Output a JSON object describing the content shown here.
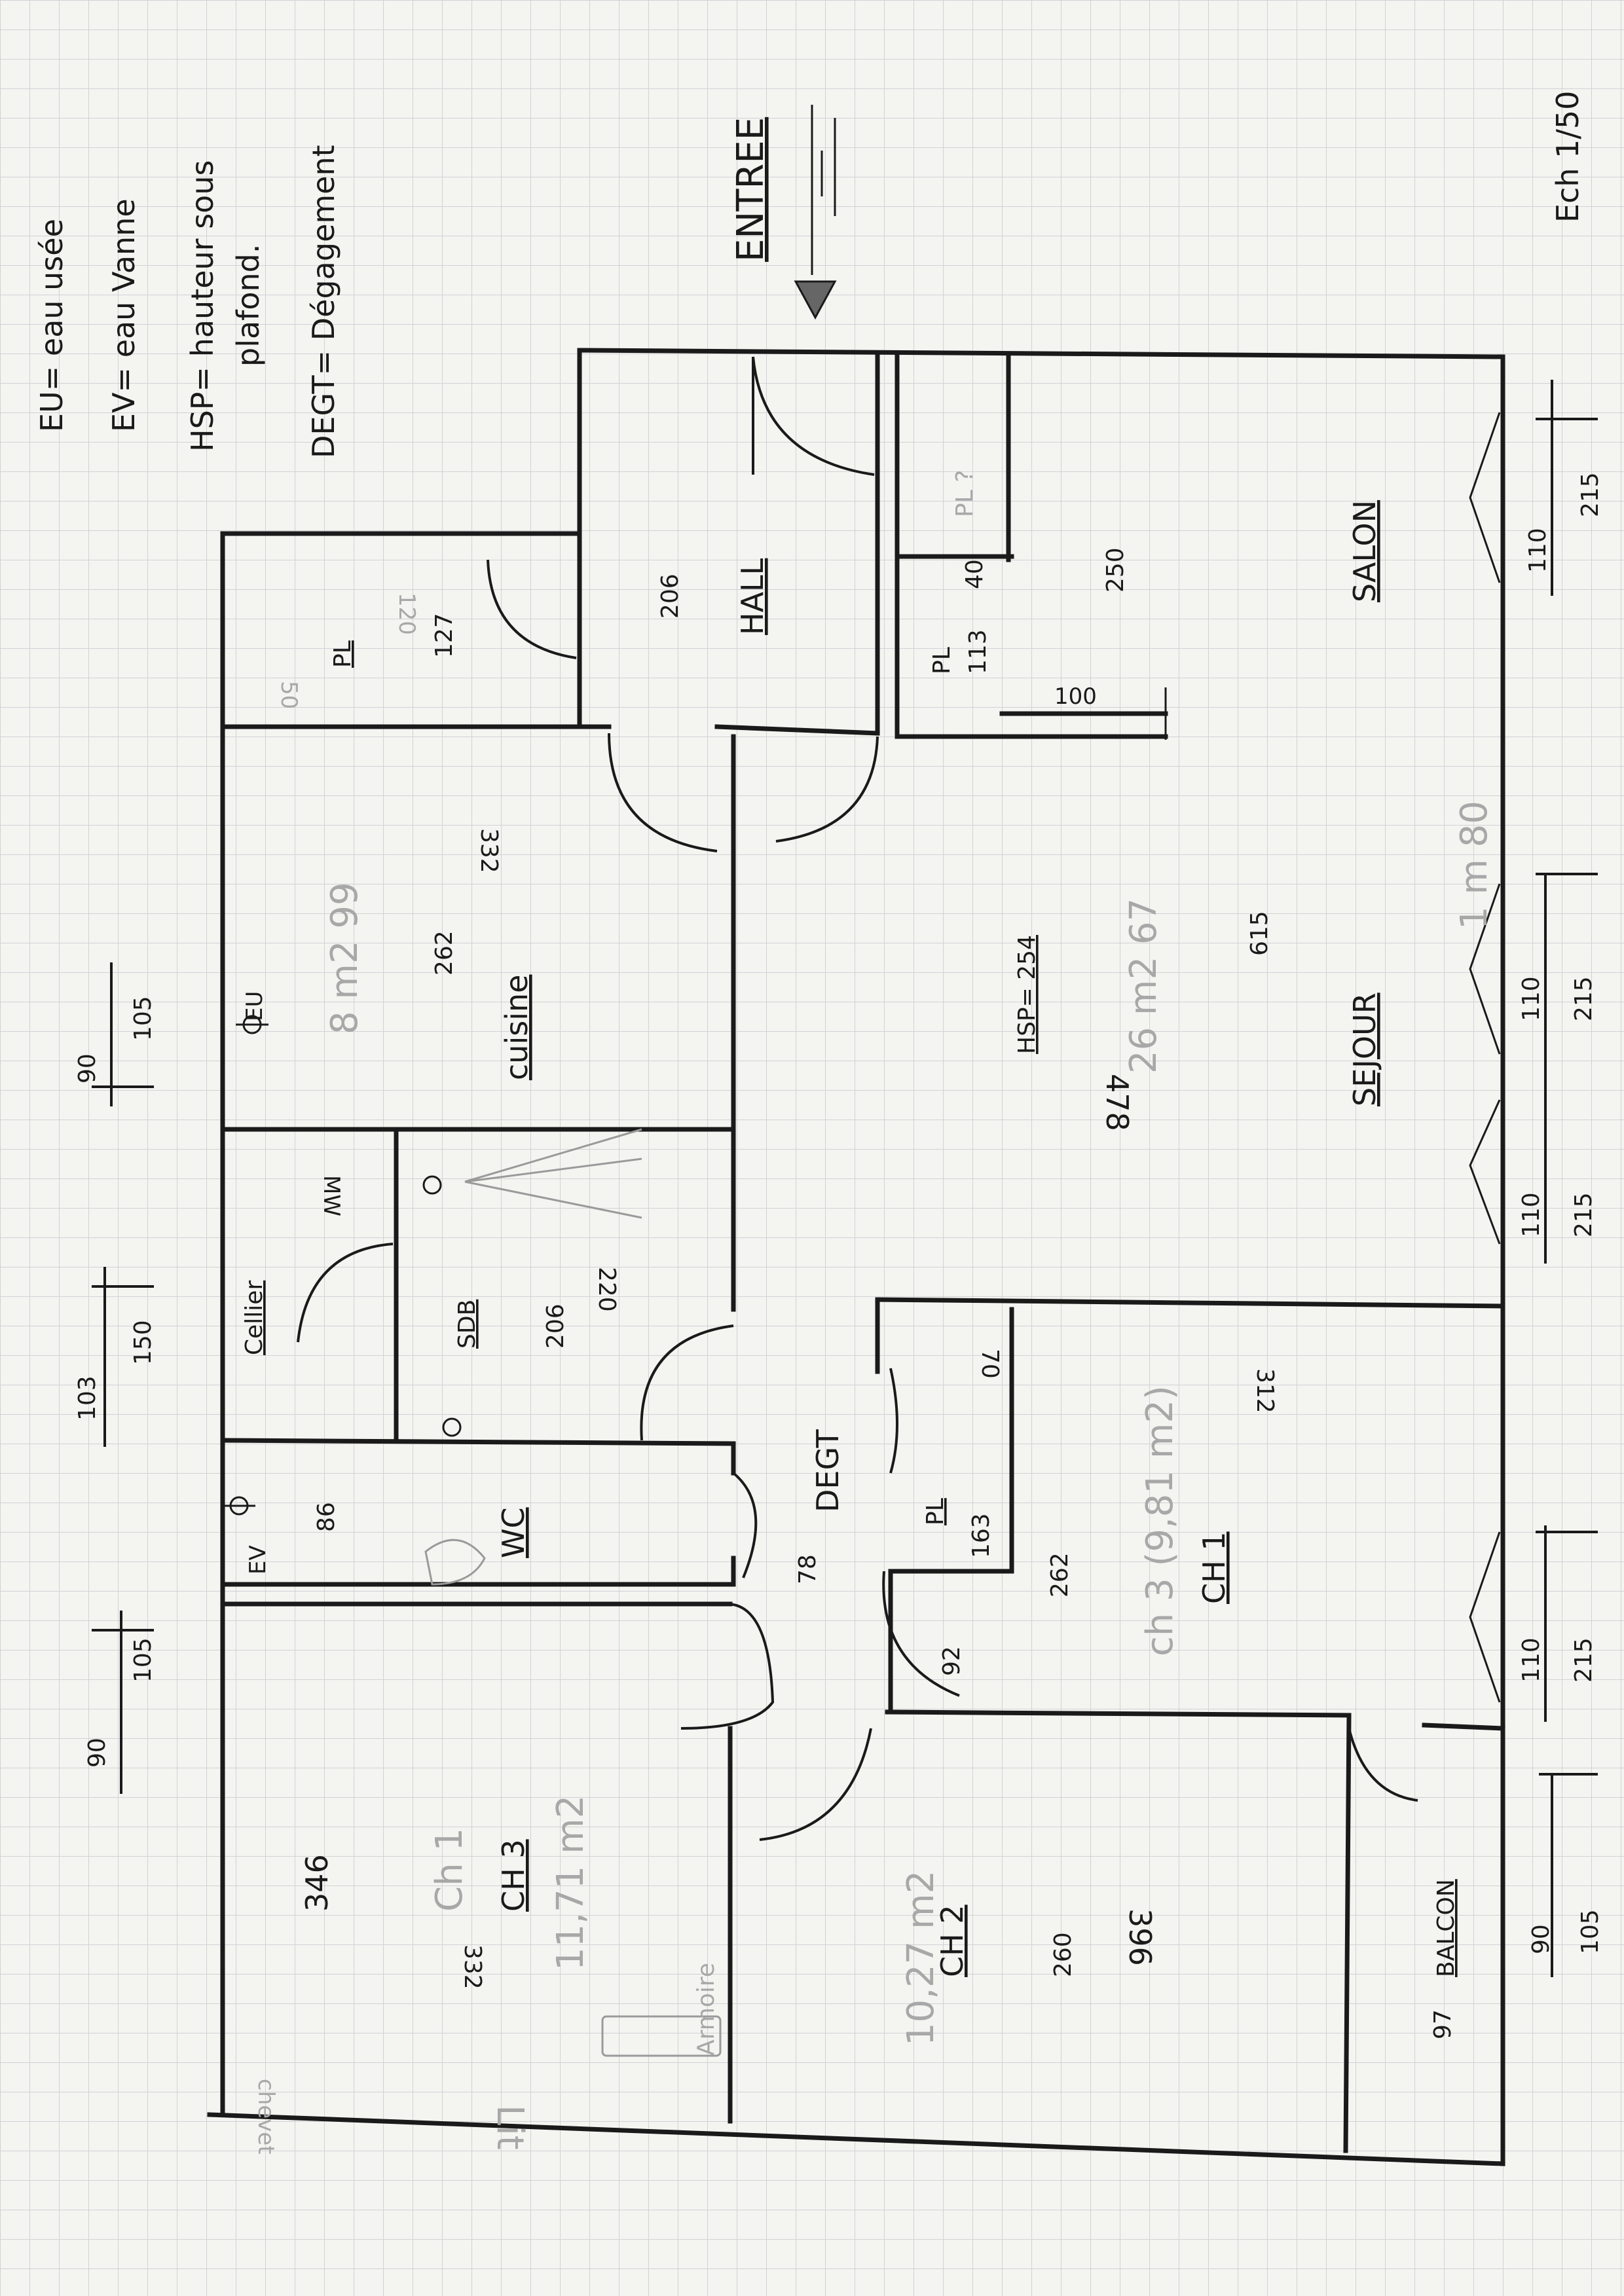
{
  "legend": {
    "eu": "EU= eau usée",
    "ev": "EV= eau Vanne",
    "hsp_1": "HSP= hauteur sous",
    "hsp_2": "plafond.",
    "deg": "DEGT= Dégagement"
  },
  "scale": "Ech 1/50",
  "entrance": "ENTREE",
  "rooms": {
    "hall": "HALL",
    "salon": "SALON",
    "sejour": "SEJOUR",
    "hsp": "HSP= 254",
    "sejour_area": "26 m2 67",
    "sejour_len": "1 m 80",
    "cuisine": "cuisine",
    "cuisine_area": "8 m2 99",
    "cellier": "Cellier",
    "sdb": "SDB",
    "wc": "WC",
    "deg": "DEGT",
    "pl": "PL",
    "pl_q": "PL ?",
    "ch3": "CH 3",
    "ch3_prev": "Ch 1",
    "ch3_area": "11,71 m2",
    "ch1": "CH 1",
    "ch1_area": "ch 3 (9,81 m2)",
    "ch2": "CH 2",
    "ch2_area": "10,27 m2",
    "balcon": "BALCON",
    "lit": "Lit",
    "chevet": "chevet",
    "armoire": "Armoire",
    "eu_mark": "EU",
    "ev_mark": "EV",
    "mw": "MW"
  },
  "dims": {
    "hall_w": "206",
    "pl_127": "127",
    "pl_50": "50",
    "pl_120": "120",
    "pl_40": "40",
    "pl_113": "113",
    "d100": "100",
    "salon_250": "250",
    "cuisine_332": "332",
    "cuisine_262": "262",
    "sejour_615": "615",
    "sejour_478": "478",
    "sdb_206": "206",
    "sdb_220": "220",
    "pl_70": "70",
    "pl_163": "163",
    "ch1_312": "312",
    "ch1_262": "262",
    "wc_86": "86",
    "deg_78": "78",
    "door_92": "92",
    "ch3_346": "346",
    "ch3_332": "332",
    "ch2_260": "260",
    "ch2_396": "396",
    "balcon_97": "97",
    "w_90": "90",
    "w_105": "105",
    "w_103": "103",
    "w_150": "150",
    "w_110": "110",
    "w_215": "215"
  }
}
